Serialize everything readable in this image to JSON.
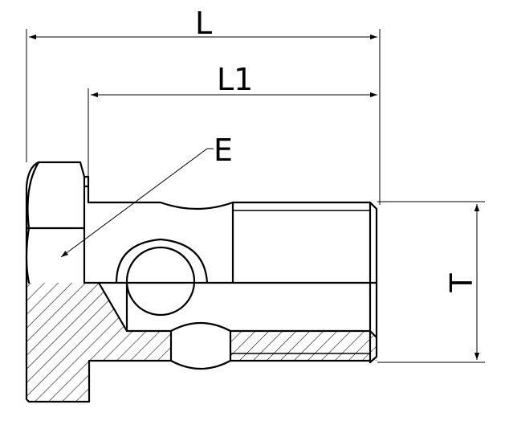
{
  "labels": {
    "overall_length": "L",
    "thread_length": "L1",
    "hex_face": "E",
    "thread_size": "T"
  },
  "colors": {
    "line": "#000000",
    "background": "#ffffff"
  }
}
